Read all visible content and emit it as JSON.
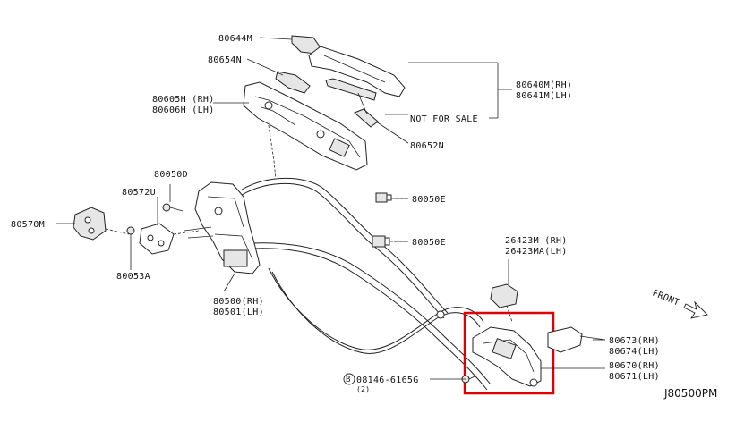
{
  "labels": {
    "p80644m": "80644M",
    "p80654n": "80654N",
    "p80605h": "80605H (RH)",
    "p80606h": "80606H (LH)",
    "p80640m": "80640M(RH)",
    "p80641m": "80641M(LH)",
    "not_for_sale": "NOT FOR SALE",
    "p80652n": "80652N",
    "p80050d": "80050D",
    "p80572u": "80572U",
    "p80570m": "80570M",
    "p80053a": "80053A",
    "p80050e_1": "80050E",
    "p80050e_2": "80050E",
    "p26423m": "26423M (RH)",
    "p26423ma": "26423MA(LH)",
    "p80500": "80500(RH)",
    "p80501": "80501(LH)",
    "front": "FRONT",
    "p80673": "80673(RH)",
    "p80674": "80674(LH)",
    "p80670": "80670(RH)",
    "p80671": "80671(LH)",
    "bolt_code": "08146-6165G",
    "bolt_circle": "B",
    "bolt_qty": "(2)",
    "diagram_id": "J80500PM"
  },
  "colors": {
    "highlight": "#e00000",
    "ink": "#222222"
  }
}
